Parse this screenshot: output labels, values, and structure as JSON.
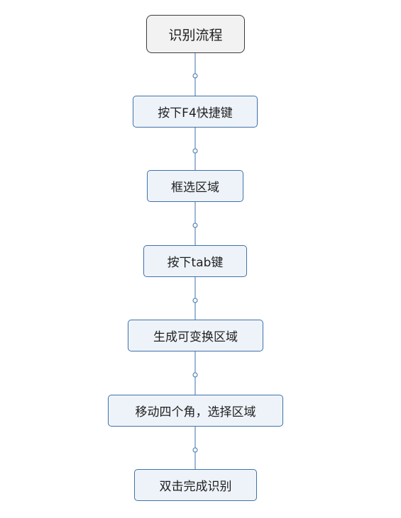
{
  "diagram": {
    "root": {
      "label": "识别流程"
    },
    "steps": [
      {
        "label": "按下F4快捷键"
      },
      {
        "label": "框选区域"
      },
      {
        "label": "按下tab键"
      },
      {
        "label": "生成可变换区域"
      },
      {
        "label": "移动四个角，选择区域"
      },
      {
        "label": "双击完成识别"
      }
    ],
    "colors": {
      "connector": "#3f72a8",
      "step_fill": "#eef3fa",
      "step_border": "#3f72a8",
      "root_fill": "#f2f2f2",
      "root_border": "#3a3a3a"
    }
  }
}
